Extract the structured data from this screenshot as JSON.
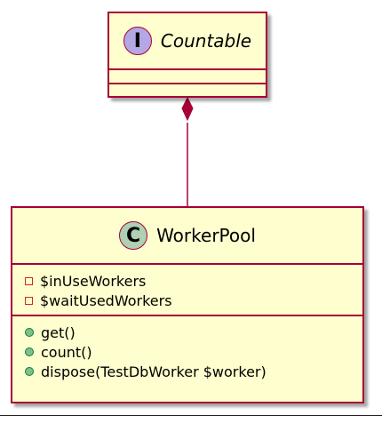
{
  "diagram": {
    "interface": {
      "stereotype_letter": "I",
      "name": "Countable"
    },
    "class": {
      "stereotype_letter": "C",
      "name": "WorkerPool",
      "fields": [
        {
          "visibility": "private",
          "name": "$inUseWorkers"
        },
        {
          "visibility": "private",
          "name": "$waitUsedWorkers"
        }
      ],
      "methods": [
        {
          "visibility": "public",
          "name": "get()"
        },
        {
          "visibility": "public",
          "name": "count()"
        },
        {
          "visibility": "public",
          "name": "dispose(TestDbWorker $worker)"
        }
      ]
    },
    "relation": {
      "type": "composition",
      "from": "Countable",
      "to": "WorkerPool"
    },
    "colors": {
      "class_fill": "#fefece",
      "border": "#a80036",
      "interface_circle": "#b4a7e5",
      "class_circle": "#add1b2",
      "private_marker": "#c82930",
      "public_marker_fill": "#84be84",
      "public_marker_border": "#038048"
    }
  }
}
